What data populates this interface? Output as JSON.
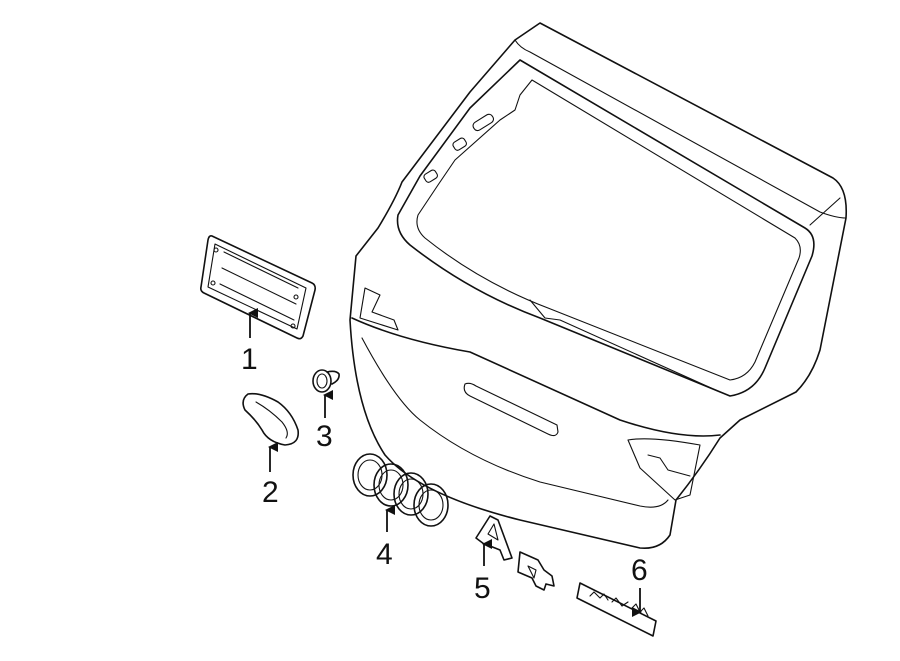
{
  "diagram": {
    "background": "#ffffff",
    "line_color": "#111111",
    "callouts": [
      {
        "id": "1",
        "label": "1"
      },
      {
        "id": "2",
        "label": "2"
      },
      {
        "id": "3",
        "label": "3"
      },
      {
        "id": "4",
        "label": "4"
      },
      {
        "id": "5",
        "label": "5"
      },
      {
        "id": "6",
        "label": "6"
      }
    ]
  }
}
